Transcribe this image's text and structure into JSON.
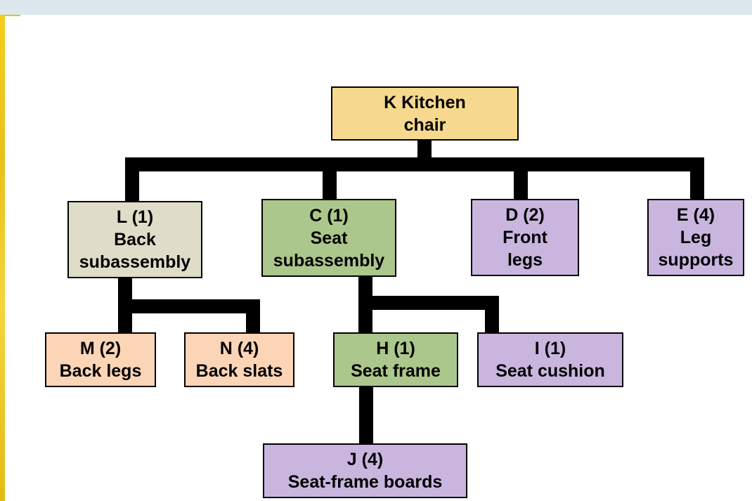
{
  "diagram": {
    "colors": {
      "root": "#f6d98e",
      "back": "#dfddc7",
      "seat": "#acc78b",
      "purchased": "#cab5df",
      "back_parts": "#fbd5b6",
      "line": "#000000"
    },
    "nodes": {
      "k": {
        "line1": "K Kitchen",
        "line2": "chair"
      },
      "l": {
        "line1": "L (1)",
        "line2": "Back",
        "line3": "subassembly"
      },
      "c": {
        "line1": "C (1)",
        "line2": "Seat",
        "line3": "subassembly"
      },
      "d": {
        "line1": "D (2)",
        "line2": "Front",
        "line3": "legs"
      },
      "e": {
        "line1": "E (4)",
        "line2": "Leg",
        "line3": "supports"
      },
      "m": {
        "line1": "M (2)",
        "line2": "Back legs"
      },
      "n": {
        "line1": "N (4)",
        "line2": "Back slats"
      },
      "h": {
        "line1": "H (1)",
        "line2": "Seat frame"
      },
      "i": {
        "line1": "I (1)",
        "line2": "Seat cushion"
      },
      "j": {
        "line1": "J (4)",
        "line2": "Seat-frame boards"
      }
    }
  }
}
